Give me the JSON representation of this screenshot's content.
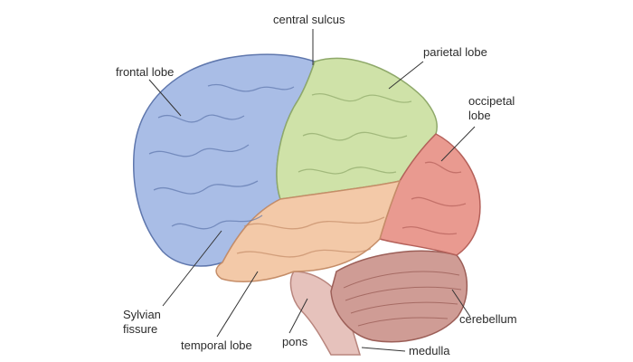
{
  "labels": {
    "central_sulcus": "central sulcus",
    "parietal_lobe": "parietal lobe",
    "frontal_lobe": "frontal lobe",
    "occipetal_lobe_line1": "occipetal",
    "occipetal_lobe_line2": "lobe",
    "sylvian_fissure_line1": "Sylvian",
    "sylvian_fissure_line2": "fissure",
    "temporal_lobe": "temporal lobe",
    "pons": "pons",
    "cerebellum": "cerebellum",
    "medulla": "medulla"
  },
  "colors": {
    "frontal": "#a9bde6",
    "parietal": "#cfe2a8",
    "occipital": "#e99a90",
    "temporal": "#f3c9a8",
    "cerebellum": "#cf9c95",
    "brainstem": "#e6c2bc",
    "leader_line": "#333333"
  }
}
